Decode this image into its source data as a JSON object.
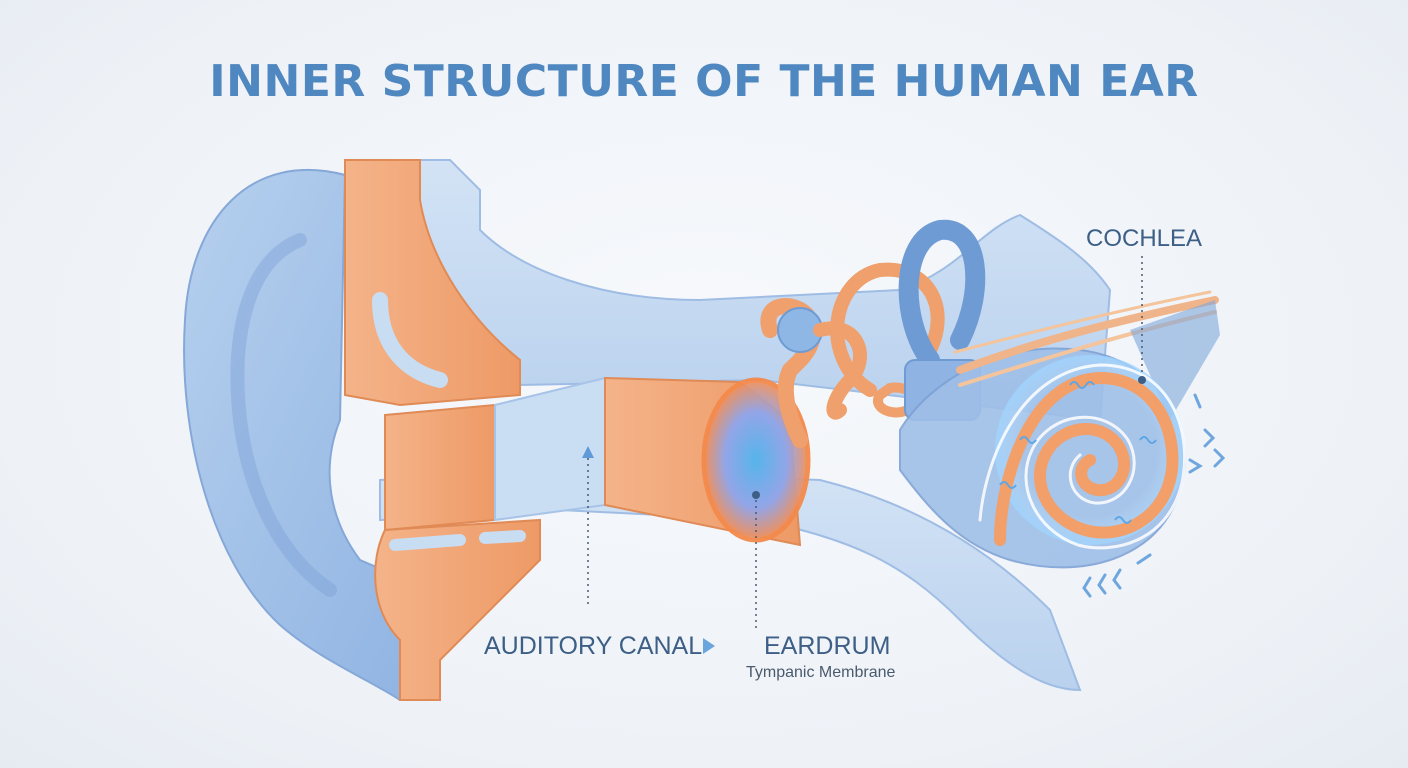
{
  "title": "INNER STRUCTURE OF THE HUMAN EAR",
  "labels": {
    "auditory_canal": "AUDITORY CANAL",
    "eardrum": "EARDRUM",
    "eardrum_sub": "Tympanic Membrane",
    "cochlea": "COCHLEA"
  },
  "colors": {
    "title": "#4f87c0",
    "skin_blue": "#9fc0e8",
    "tissue_light_blue": "#c8dcf2",
    "cartilage_orange": "#f2a67a",
    "bone_orange": "#f0a06c",
    "eardrum_glow": "#5fb4f0",
    "label_text": "#3d5f86"
  },
  "icons": {
    "auditory_arrow": "triangle-right-icon"
  }
}
